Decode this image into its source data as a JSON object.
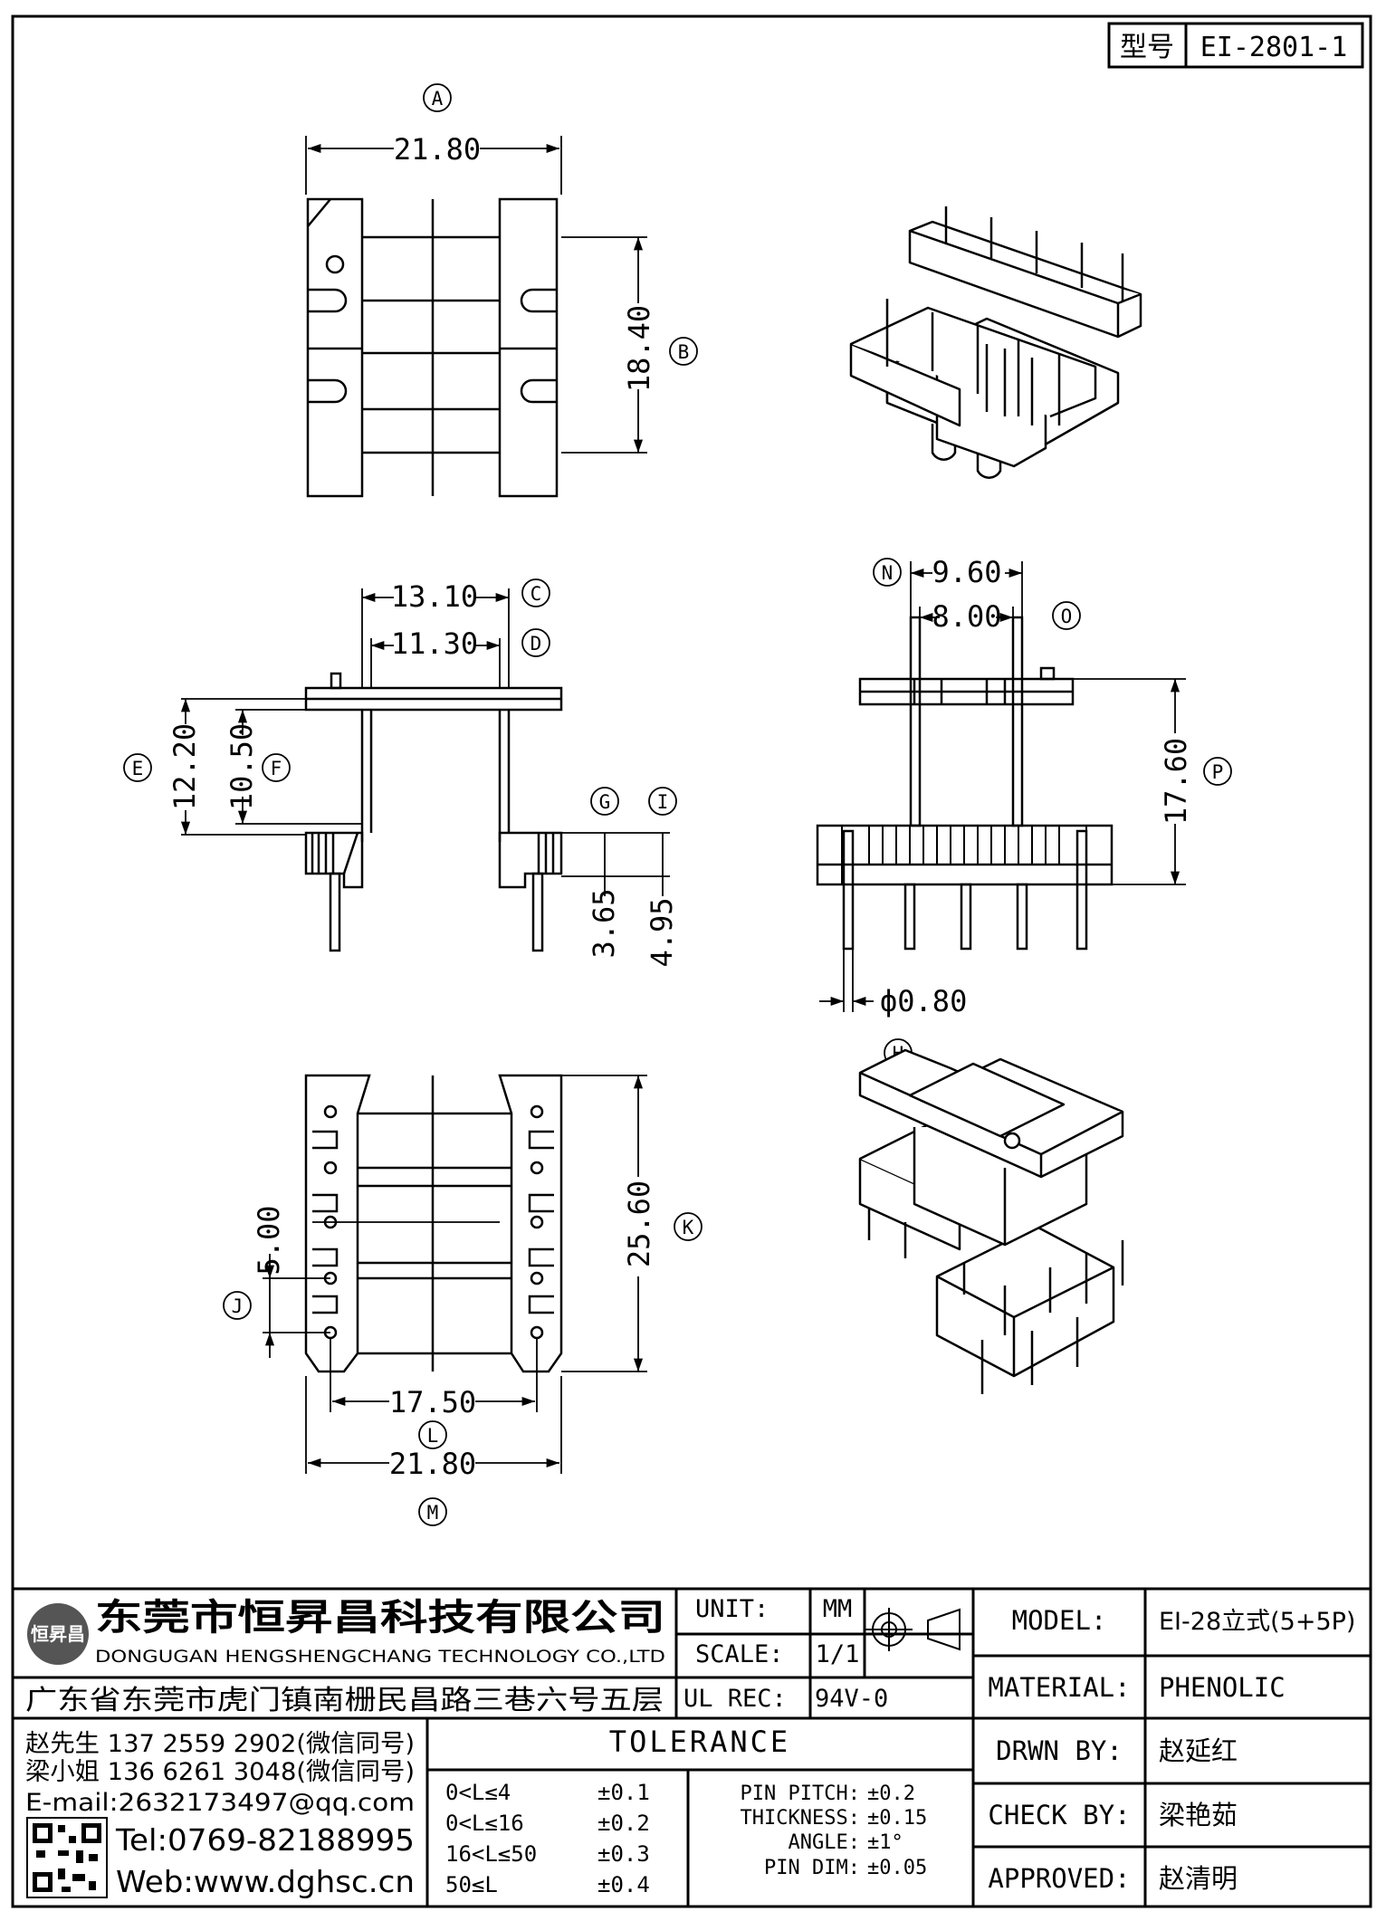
{
  "model_box": {
    "label": "型号",
    "value": "EI-2801-1"
  },
  "views": {
    "top": {
      "width_ref": "A",
      "width_value": "21.80",
      "height_ref": "B",
      "height_value": "18.40"
    },
    "front": {
      "c_value": "13.10",
      "c_ref": "C",
      "d_value": "11.30",
      "d_ref": "D",
      "e_value": "12.20",
      "e_ref": "E",
      "f_value": "10.50",
      "f_ref": "F",
      "g_value": "3.65",
      "g_ref": "G",
      "i_value": "4.95",
      "i_ref": "I"
    },
    "side": {
      "n_value": "9.60",
      "n_ref": "N",
      "o_value": "8.00",
      "o_ref": "O",
      "p_value": "17.60",
      "p_ref": "P",
      "h_value": "ф0.80",
      "h_ref": "H"
    },
    "bottom": {
      "j_value": "5.00",
      "j_ref": "J",
      "k_value": "25.60",
      "k_ref": "K",
      "l_value": "17.50",
      "l_ref": "L",
      "m_value": "21.80",
      "m_ref": "M"
    }
  },
  "title_block": {
    "company_cn": "东莞市恒昇昌科技有限公司",
    "company_en": "DONGUGAN HENGSHENGCHANG TECHNOLOGY CO.,LTD",
    "logo_text": "恒昇昌",
    "address": "广东省东莞市虎门镇南栅民昌路三巷六号五层",
    "contact_1": "赵先生 137 2559 2902(微信同号)",
    "contact_2": "梁小姐 136 6261 3048(微信同号)",
    "email": "E-mail:2632173497@qq.com",
    "tel": "Tel:0769-82188995",
    "web": "Web:www.dghsc.cn",
    "unit_label": "UNIT:",
    "unit_value": "MM",
    "scale_label": "SCALE:",
    "scale_value": "1/1",
    "ulrec_label": "UL REC:",
    "ulrec_value": "94V-0",
    "model_label": "MODEL:",
    "model_value": "EI-28立式(5+5P)",
    "material_label": "MATERIAL:",
    "material_value": "PHENOLIC",
    "drwn_label": "DRWN BY:",
    "drwn_value": "赵延红",
    "check_label": "CHECK BY:",
    "check_value": "梁艳茹",
    "approved_label": "APPROVED:",
    "approved_value": "赵清明",
    "tolerance_title": "TOLERANCE",
    "tolerance_rows": [
      {
        "range": "0<L≤4",
        "tol": "±0.1"
      },
      {
        "range": "0<L≤16",
        "tol": "±0.2"
      },
      {
        "range": "16<L≤50",
        "tol": "±0.3"
      },
      {
        "range": "50≤L",
        "tol": "±0.4"
      }
    ],
    "tolerance_extra": [
      {
        "label": "PIN PITCH:",
        "tol": "±0.2"
      },
      {
        "label": "THICKNESS:",
        "tol": "±0.15"
      },
      {
        "label": "ANGLE:",
        "tol": "±1°"
      },
      {
        "label": "PIN DIM:",
        "tol": "±0.05"
      }
    ]
  }
}
